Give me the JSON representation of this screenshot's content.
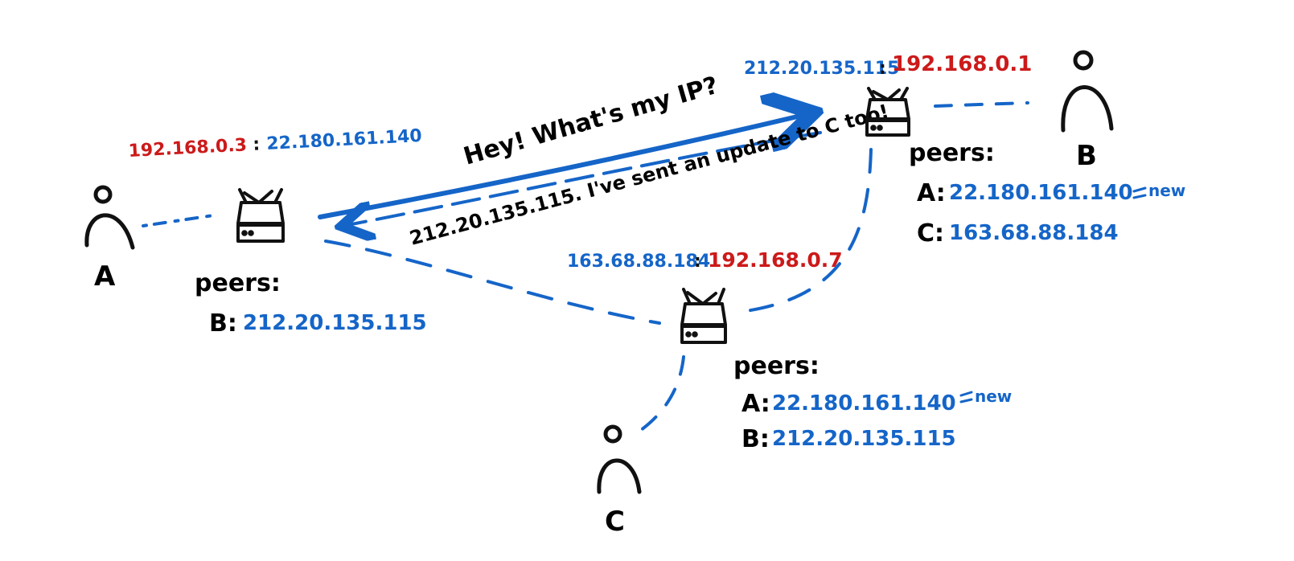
{
  "colors": {
    "ink": "#111111",
    "public_ip": "#1565c8",
    "private_ip": "#cc1a1a",
    "link": "#1565c8"
  },
  "nodes": {
    "a": {
      "letter": "A",
      "private_ip": "192.168.0.3",
      "public_ip": "22.180.161.140",
      "sep": ":",
      "peers_label": "peers:",
      "peers": [
        {
          "key": "B:",
          "ip": "212.20.135.115"
        }
      ]
    },
    "b": {
      "letter": "B",
      "public_ip": "212.20.135.115",
      "private_ip": "192.168.0.1",
      "sep": ":",
      "peers_label": "peers:",
      "peers": [
        {
          "key": "A:",
          "ip": "22.180.161.140",
          "tag": "new"
        },
        {
          "key": "C:",
          "ip": "163.68.88.184"
        }
      ]
    },
    "c": {
      "letter": "C",
      "public_ip": "163.68.88.184",
      "private_ip": "192.168.0.7",
      "sep": ":",
      "peers_label": "peers:",
      "peers": [
        {
          "key": "A:",
          "ip": "22.180.161.140",
          "tag": "new"
        },
        {
          "key": "B:",
          "ip": "212.20.135.115"
        }
      ]
    }
  },
  "messages": {
    "request": "Hey! What's my IP?",
    "reply": "212.20.135.115. I've sent an update to C too!"
  },
  "icons": [
    "person-icon",
    "router-icon"
  ]
}
